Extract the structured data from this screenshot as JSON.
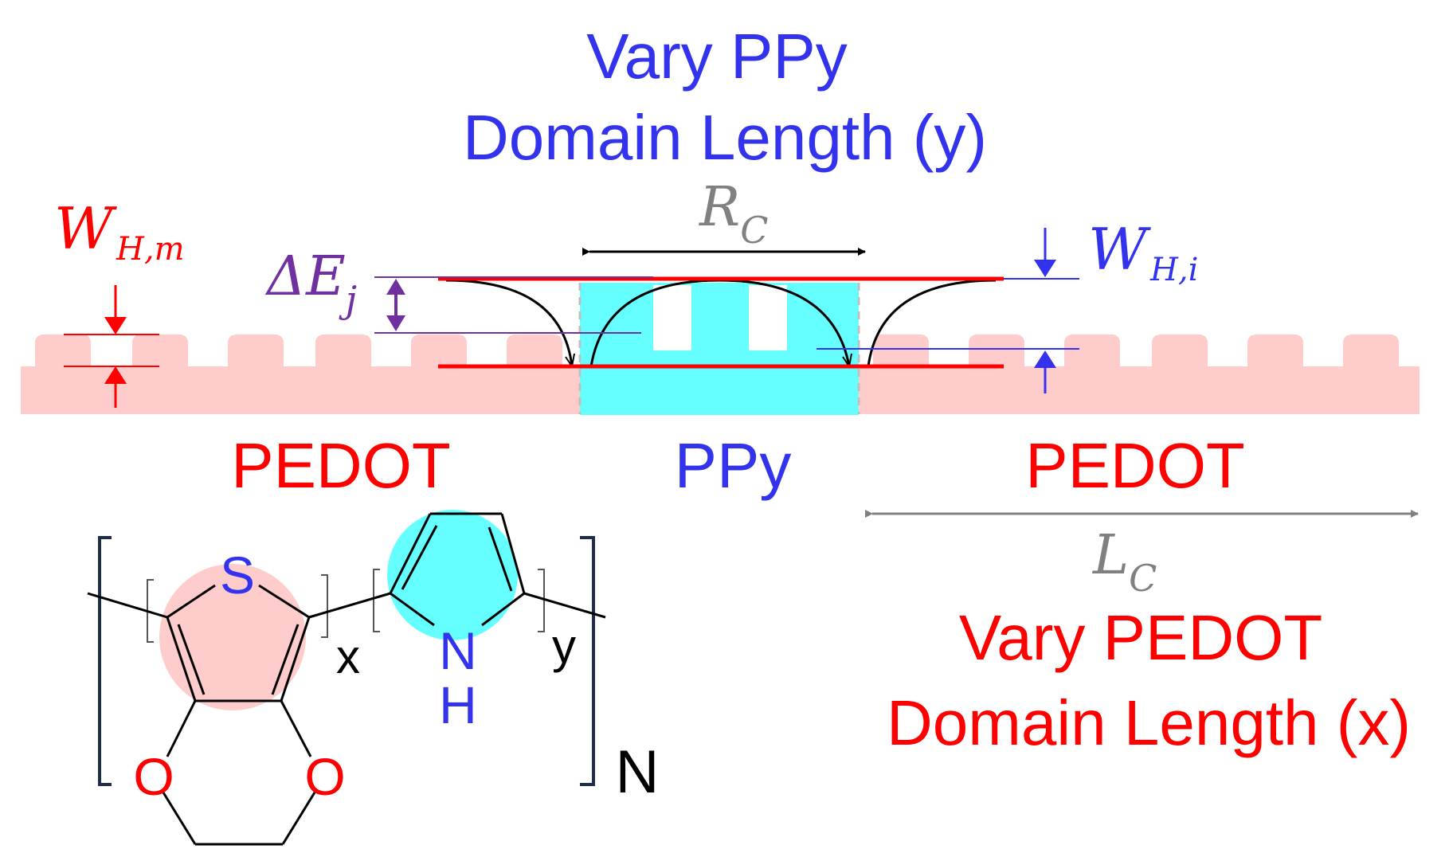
{
  "colors": {
    "pedot": "#ff0000",
    "ppy": "#3333ee",
    "pedot_fill": "#ffcccc",
    "ppy_fill": "#66ffff",
    "energy": "#7030a0",
    "grey": "#808080",
    "black": "#000000",
    "bracket": "#1f2d4d"
  },
  "labels": {
    "vary_ppy_line1": "Vary PPy",
    "vary_ppy_line2": "Domain Length (y)",
    "vary_pedot_line1": "Vary PEDOT",
    "vary_pedot_line2": "Domain Length (x)",
    "pedot_left": "PEDOT",
    "pedot_right": "PEDOT",
    "ppy": "PPy"
  },
  "symbols": {
    "rc_main": "R",
    "rc_sub": "C",
    "lc_main": "L",
    "lc_sub": "C",
    "whm_main": "W",
    "whm_sub": "H,m",
    "whi_main": "W",
    "whi_sub": "H,i",
    "dej_main": "ΔE",
    "dej_sub": "j"
  },
  "molecule": {
    "sulfur": "S",
    "oxygen_left": "O",
    "oxygen_right": "O",
    "nitrogen": "N",
    "hydrogen": "H",
    "subscript_x": "x",
    "subscript_y": "y",
    "subscript_n": "N"
  }
}
